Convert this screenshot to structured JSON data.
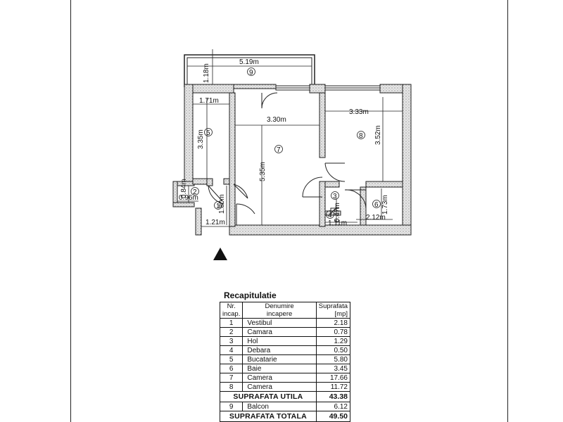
{
  "plan": {
    "dimensions": {
      "balcony_width": "5.19m",
      "balcony_depth": "1.18m",
      "kitchen_width": "1.71m",
      "kitchen_length": "3.35m",
      "room7_width": "3.30m",
      "room7_length": "5.35m",
      "room8_width": "3.33m",
      "room8_length": "3.52m",
      "pantry_height": "0.84m",
      "pantry_width": "0.96m",
      "vestibule_depth": "1.80m",
      "vestibule_width": "1.21m",
      "debara_depth": "0.47m",
      "debara_width": "1.11m",
      "bath_width": "2.12m",
      "bath_length": "1.73m"
    },
    "room_numbers": [
      "1",
      "2",
      "3",
      "4",
      "5",
      "6",
      "7",
      "8",
      "9"
    ]
  },
  "recap": {
    "title": "Recapitulatie",
    "headers": {
      "nr_line1": "Nr.",
      "nr_line2": "incap.",
      "name_line1": "Denumire",
      "name_line2": "incapere",
      "area_line1": "Suprafata",
      "area_line2": "[mp]"
    },
    "rows": [
      {
        "nr": "1",
        "name": "Vestibul",
        "area": "2.18"
      },
      {
        "nr": "2",
        "name": "Camara",
        "area": "0.78"
      },
      {
        "nr": "3",
        "name": "Hol",
        "area": "1.29"
      },
      {
        "nr": "4",
        "name": "Debara",
        "area": "0.50"
      },
      {
        "nr": "5",
        "name": "Bucatarie",
        "area": "5.80"
      },
      {
        "nr": "6",
        "name": "Baie",
        "area": "3.45"
      },
      {
        "nr": "7",
        "name": "Camera",
        "area": "17.66"
      },
      {
        "nr": "8",
        "name": "Camera",
        "area": "11.72"
      }
    ],
    "useful_total": {
      "label": "SUPRAFATA UTILA",
      "area": "43.38"
    },
    "balcony_row": {
      "nr": "9",
      "name": "Balcon",
      "area": "6.12"
    },
    "grand_total": {
      "label": "SUPRAFATA TOTALA",
      "area": "49.50"
    }
  }
}
